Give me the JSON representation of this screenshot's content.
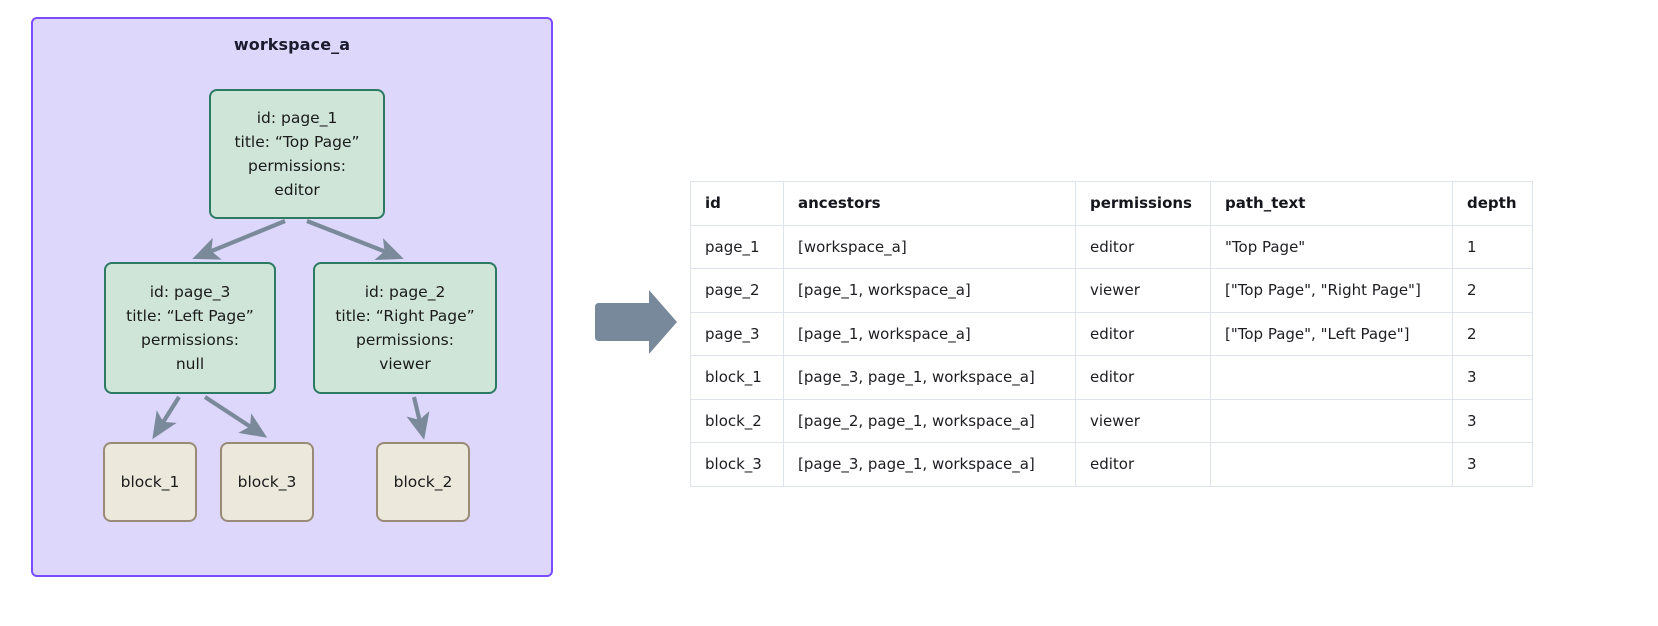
{
  "workspace": {
    "title": "workspace_a",
    "accent_border": "#7c4dff",
    "background": "#ddd7fb",
    "page_node_fill": "#cfe5d8",
    "page_node_border": "#2c7a62",
    "block_node_fill": "#ece8dc",
    "block_node_border": "#9a8b78",
    "edge_color": "#7b8a9a",
    "pages": [
      {
        "key": "page_1",
        "id_line": "id: page_1",
        "title_line": "title: “Top Page”",
        "permissions_label": "permissions:",
        "permissions_value": "editor"
      },
      {
        "key": "page_3",
        "id_line": "id: page_3",
        "title_line": "title: “Left Page”",
        "permissions_label": "permissions:",
        "permissions_value": "null"
      },
      {
        "key": "page_2",
        "id_line": "id: page_2",
        "title_line": "title: “Right Page”",
        "permissions_label": "permissions:",
        "permissions_value": "viewer"
      }
    ],
    "blocks": [
      {
        "key": "block_1",
        "label": "block_1"
      },
      {
        "key": "block_3",
        "label": "block_3"
      },
      {
        "key": "block_2",
        "label": "block_2"
      }
    ]
  },
  "transform_arrow": {
    "icon": "arrow-right-icon",
    "color": "#77899a"
  },
  "table": {
    "columns": [
      "id",
      "ancestors",
      "permissions",
      "path_text",
      "depth"
    ],
    "rows": [
      {
        "id": "page_1",
        "ancestors": "[workspace_a]",
        "permissions": "editor",
        "path_text": "\"Top Page\"",
        "depth": "1"
      },
      {
        "id": "page_2",
        "ancestors": "[page_1, workspace_a]",
        "permissions": "viewer",
        "path_text": "[\"Top Page\", \"Right Page\"]",
        "depth": "2"
      },
      {
        "id": "page_3",
        "ancestors": "[page_1, workspace_a]",
        "permissions": "editor",
        "path_text": "[\"Top Page\", \"Left Page\"]",
        "depth": "2"
      },
      {
        "id": "block_1",
        "ancestors": "[page_3, page_1, workspace_a]",
        "permissions": "editor",
        "path_text": "",
        "depth": "3"
      },
      {
        "id": "block_2",
        "ancestors": "[page_2, page_1, workspace_a]",
        "permissions": "viewer",
        "path_text": "",
        "depth": "3"
      },
      {
        "id": "block_3",
        "ancestors": "[page_3, page_1, workspace_a]",
        "permissions": "editor",
        "path_text": "",
        "depth": "3"
      }
    ]
  }
}
